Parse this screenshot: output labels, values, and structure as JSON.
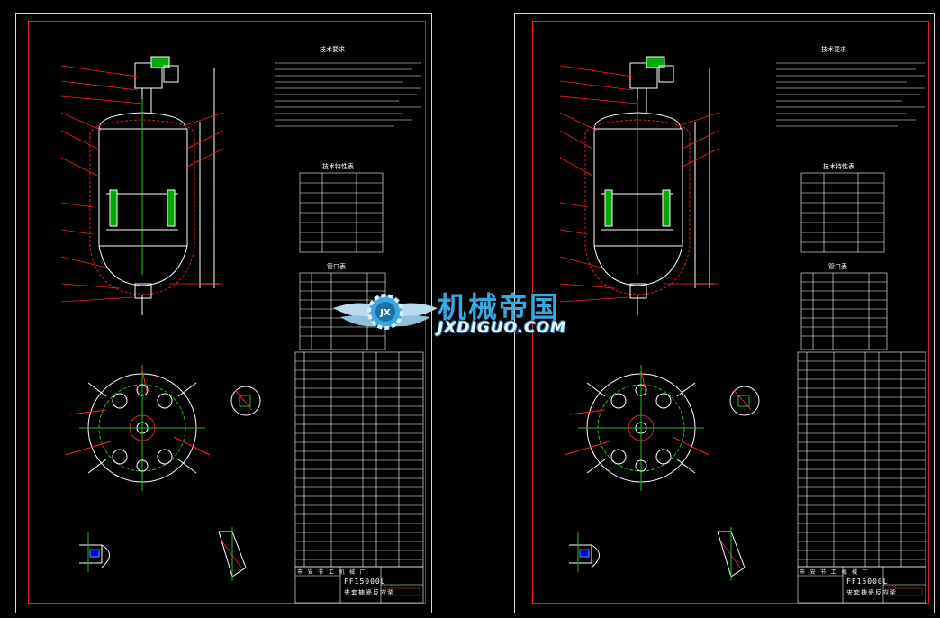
{
  "sheets": [
    {
      "heading": "技术要求",
      "table_heading": "技术特性表",
      "nozzle_heading": "管口表",
      "title_model": "FF15000L",
      "title_name": "夹套搪瓷反应釜",
      "company": "市 安 节 工 机 械 厂"
    },
    {
      "heading": "技术要求",
      "table_heading": "技术特性表",
      "nozzle_heading": "管口表",
      "title_model": "FF15000L",
      "title_name": "夹套搪瓷反应釜",
      "company": "市 安 节 工 机 械 厂"
    }
  ],
  "watermark": {
    "brand_cn": "机械帝国",
    "brand_en": "JXDIGUO.COM",
    "logo_letters": "JX"
  },
  "colors": {
    "background": "#000000",
    "frame": "#e02020",
    "linework": "#ffffff",
    "leader": "#ff2020",
    "center": "#20c020",
    "accent": "#3aa8e0"
  }
}
